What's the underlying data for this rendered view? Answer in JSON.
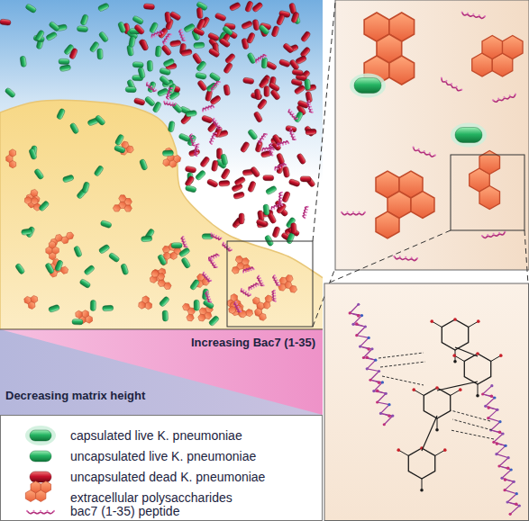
{
  "diagram": {
    "labels": [
      "Increasing Bac7 (1-35)",
      "Decreasing matrix height"
    ],
    "legend": [
      {
        "text": "capsulated live K. pneumoniae"
      },
      {
        "text": "uncapsulated live K. pneumoniae"
      },
      {
        "text": "uncapsulated dead K. pneumoniae"
      },
      {
        "text": "extracellular polysaccharides"
      },
      {
        "text": "bac7 (1-35) peptide"
      }
    ]
  }
}
